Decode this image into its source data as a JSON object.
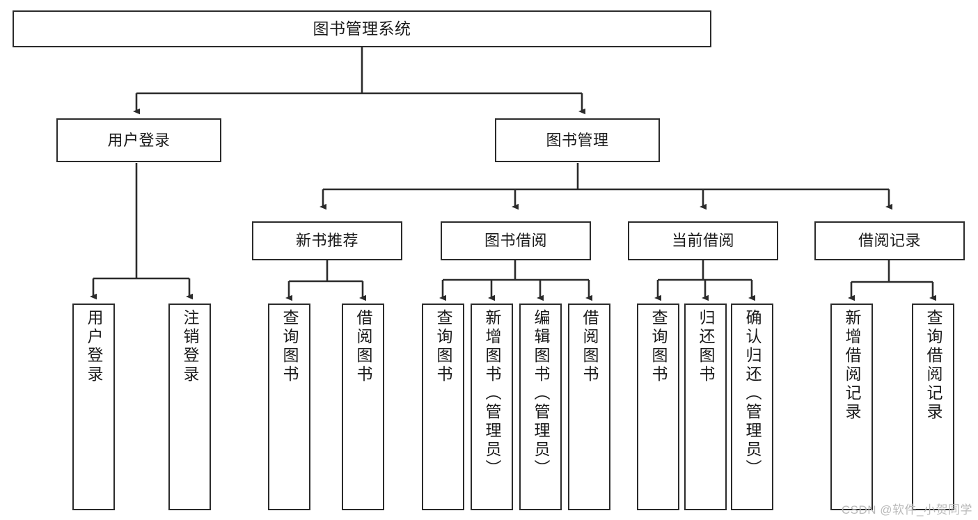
{
  "diagram": {
    "type": "tree",
    "title": "图书管理系统",
    "background_color": "#ffffff",
    "box_border_color": "#2b2b2b",
    "connector_color": "#2b2b2b",
    "watermark": "CSDN @软件_小贺同学",
    "nodes": {
      "root": {
        "label": "图书管理系统"
      },
      "level1": [
        {
          "label": "用户登录"
        },
        {
          "label": "图书管理"
        }
      ],
      "level2": [
        {
          "label": "新书推荐"
        },
        {
          "label": "图书借阅"
        },
        {
          "label": "当前借阅"
        },
        {
          "label": "借阅记录"
        }
      ],
      "leaves": {
        "user_login": [
          {
            "label": "用户登录"
          },
          {
            "label": "注销登录"
          }
        ],
        "new_book_recommend": [
          {
            "label": "查询图书"
          },
          {
            "label": "借阅图书"
          }
        ],
        "book_borrow": [
          {
            "label": "查询图书"
          },
          {
            "label": "新增图书（管理员）"
          },
          {
            "label": "编辑图书（管理员）"
          },
          {
            "label": "借阅图书"
          }
        ],
        "current_borrow": [
          {
            "label": "查询图书"
          },
          {
            "label": "归还图书"
          },
          {
            "label": "确认归还（管理员）"
          }
        ],
        "borrow_record": [
          {
            "label": "新增借阅记录"
          },
          {
            "label": "查询借阅记录"
          }
        ]
      }
    }
  }
}
